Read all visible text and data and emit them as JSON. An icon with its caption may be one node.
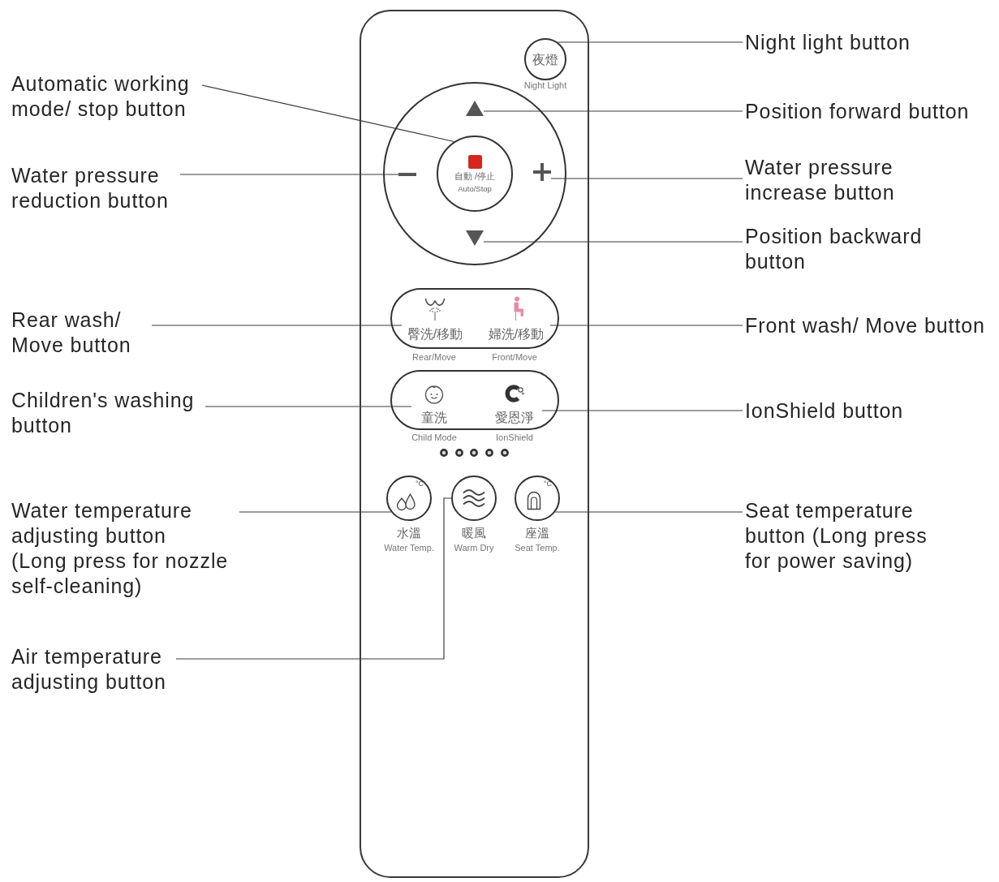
{
  "diagram": {
    "nodes": [
      {
        "text": [],
        "shape": "box"
      },
      {
        "text": [
          "夜燈"
        ],
        "beside": [
          "Night Light"
        ],
        "in": 0
      },
      {
        "text": [],
        "shape": "circle",
        "in": 0
      },
      {
        "text": [],
        "shape": "triangle",
        "in": 2
      },
      {
        "text": [],
        "shape": "minus",
        "in": 2
      },
      {
        "text": [
          "自動 /停止",
          "Auto/Stop"
        ],
        "in": 2
      },
      {
        "text": [],
        "shape": "plus",
        "in": 2
      },
      {
        "text": [],
        "shape": "triangle",
        "in": 2
      },
      {
        "text": [],
        "shape": "pill",
        "in": 0
      },
      {
        "text": [
          "臀洗/移動"
        ],
        "beside": [
          "Rear/Move"
        ],
        "in": 8
      },
      {
        "text": [
          "婦洗/移動"
        ],
        "beside": [
          "Front/Move"
        ],
        "in": 8
      },
      {
        "text": [],
        "shape": "pill",
        "in": 0
      },
      {
        "text": [
          "童洗"
        ],
        "beside": [
          "Child Mode"
        ],
        "in": 11
      },
      {
        "text": [
          "愛恩淨"
        ],
        "beside": [
          "IonShield"
        ],
        "in": 11
      },
      {
        "text": [],
        "shape": "circle",
        "beside": [
          "水溫",
          "Water Temp."
        ],
        "in": 0
      },
      {
        "text": [],
        "shape": "circle",
        "beside": [
          "暖風",
          "Warm Dry"
        ],
        "in": 0
      },
      {
        "text": [],
        "shape": "circle",
        "beside": [
          "座溫",
          "Seat Temp."
        ],
        "in": 0
      },
      {
        "text": [
          "Automatic working mode/ stop button"
        ]
      },
      {
        "text": [
          "Water pressure reduction button"
        ]
      },
      {
        "text": [
          "Rear wash/ Move button"
        ]
      },
      {
        "text": [
          "Children's washing button"
        ]
      },
      {
        "text": [
          "Water temperature adjusting button",
          "(Long press for nozzle self-cleaning)"
        ]
      },
      {
        "text": [
          "Air temperature adjusting button"
        ]
      },
      {
        "text": [
          "Night light button"
        ]
      },
      {
        "text": [
          "Position forward button"
        ]
      },
      {
        "text": [
          "Water pressure increase button"
        ]
      },
      {
        "text": [
          "Position backward button"
        ]
      },
      {
        "text": [
          "Front wash/ Move button"
        ]
      },
      {
        "text": [
          "IonShield button"
        ]
      },
      {
        "text": [
          "Seat temperature button (Long press for power saving)"
        ]
      }
    ],
    "edges": [
      {
        "from": 17,
        "to": 5,
        "arrow": "none"
      },
      {
        "from": 18,
        "to": 4,
        "arrow": "none"
      },
      {
        "from": 19,
        "to": 9,
        "arrow": "none"
      },
      {
        "from": 20,
        "to": 12,
        "arrow": "none"
      },
      {
        "from": 21,
        "to": 14,
        "arrow": "none"
      },
      {
        "from": 22,
        "to": 15,
        "arrow": "none"
      },
      {
        "from": 23,
        "to": 1,
        "arrow": "none"
      },
      {
        "from": 24,
        "to": 3,
        "arrow": "none"
      },
      {
        "from": 25,
        "to": 6,
        "arrow": "none"
      },
      {
        "from": 26,
        "to": 7,
        "arrow": "none"
      },
      {
        "from": 27,
        "to": 10,
        "arrow": "none"
      },
      {
        "from": 28,
        "to": 13,
        "arrow": "none"
      },
      {
        "from": 29,
        "to": 16,
        "arrow": "none"
      }
    ],
    "labels": [
      "°C",
      "°C"
    ]
  }
}
